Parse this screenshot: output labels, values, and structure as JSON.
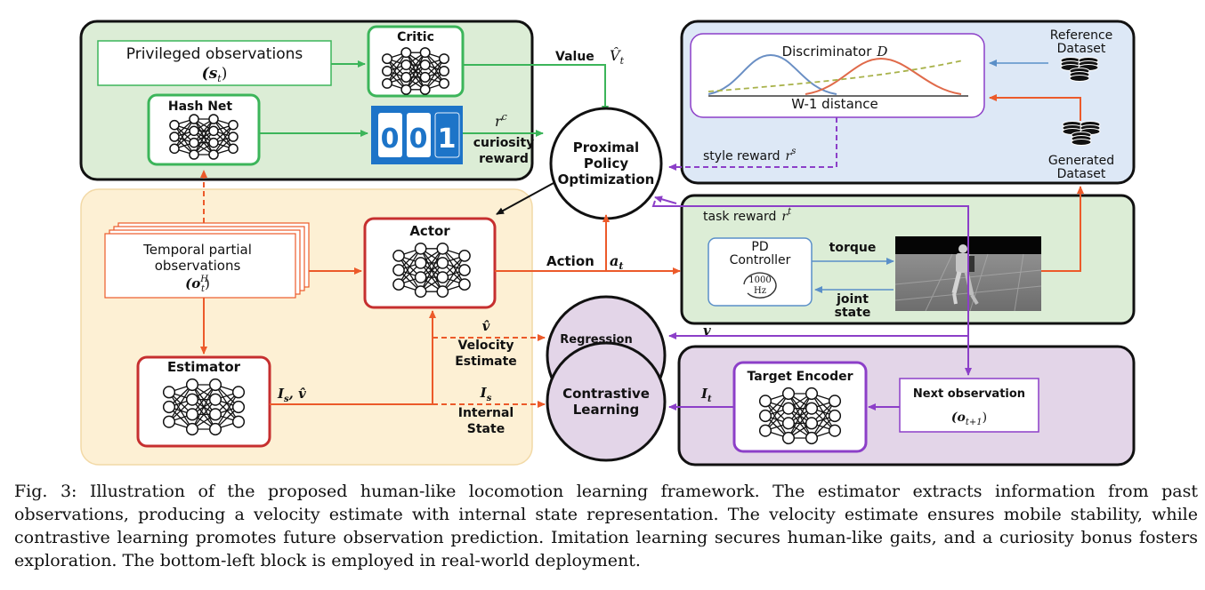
{
  "figure": {
    "privileged_obs_label": "Privileged observations",
    "privileged_obs_symbol": "(s",
    "privileged_obs_sub": "t",
    "critic_label": "Critic",
    "hash_net_label": "Hash Net",
    "hash_digits": [
      "0",
      "0",
      "1"
    ],
    "rc_symbol": "r",
    "rc_sup": "c",
    "curiosity_line1": "curiosity",
    "curiosity_line2": "reward",
    "value_label": "Value",
    "value_symbol": "V̂",
    "value_sub": "t",
    "ppo_line1": "Proximal",
    "ppo_line2": "Policy",
    "ppo_line3": "Optimization",
    "discriminator_label": "Discriminator",
    "discriminator_symbol": "D",
    "w1_label": "W-1 distance",
    "style_reward_label": "style reward",
    "style_reward_symbol": "r",
    "style_reward_sup": "s",
    "reference_line1": "Reference",
    "reference_line2": "Dataset",
    "generated_line1": "Generated",
    "generated_line2": "Dataset",
    "task_reward_label": "task reward",
    "task_reward_symbol": "r",
    "task_reward_sup": "t",
    "temporal_line1": "Temporal partial",
    "temporal_line2": "observations",
    "temporal_symbol": "(o",
    "temporal_sup": "H",
    "temporal_sub": "t",
    "actor_label": "Actor",
    "action_label": "Action",
    "action_symbol": "a",
    "action_sub": "t",
    "pd_line1": "PD",
    "pd_line2": "Controller",
    "pd_freq_line1": "1000",
    "pd_freq_line2": "Hz",
    "torque_label": "torque",
    "joint_line1": "joint",
    "joint_line2": "state",
    "estimator_label": "Estimator",
    "is_v_label": "I",
    "is_v_sub": "s",
    "is_v_rest": ", v̂",
    "vhat_label": "v̂",
    "velocity_line1": "Velocity",
    "velocity_line2": "Estimate",
    "is_label": "I",
    "is_sub": "s",
    "internal_line1": "Internal",
    "internal_line2": "State",
    "regression_label": "Regression",
    "v_label": "v",
    "contrastive_line1": "Contrastive",
    "contrastive_line2": "Learning",
    "it_label": "I",
    "it_sub": "t",
    "target_encoder_label": "Target Encoder",
    "next_obs_label": "Next observation",
    "next_obs_symbol": "(o",
    "next_obs_sub": "t+1"
  },
  "caption": "Fig. 3: Illustration of the proposed human-like locomotion learning framework. The estimator extracts information from past observations, producing a velocity estimate with internal state representation. The velocity estimate ensures mobile stability, while contrastive learning promotes future observation prediction. Imitation learning secures human-like gaits, and a curiosity bonus fosters exploration. The bottom-left block is employed in real-world deployment.",
  "colors": {
    "green_panel": "#dcedd6",
    "green_stroke": "#3cb55a",
    "orange_panel": "#fdf0d4",
    "red_stroke": "#c62f2f",
    "orange_arrow": "#ec5a2a",
    "blue_panel": "#dde8f6",
    "purple_panel": "#e3d5e8",
    "purple_stroke": "#8c3fc8",
    "hash_blue": "#1d74c8"
  }
}
